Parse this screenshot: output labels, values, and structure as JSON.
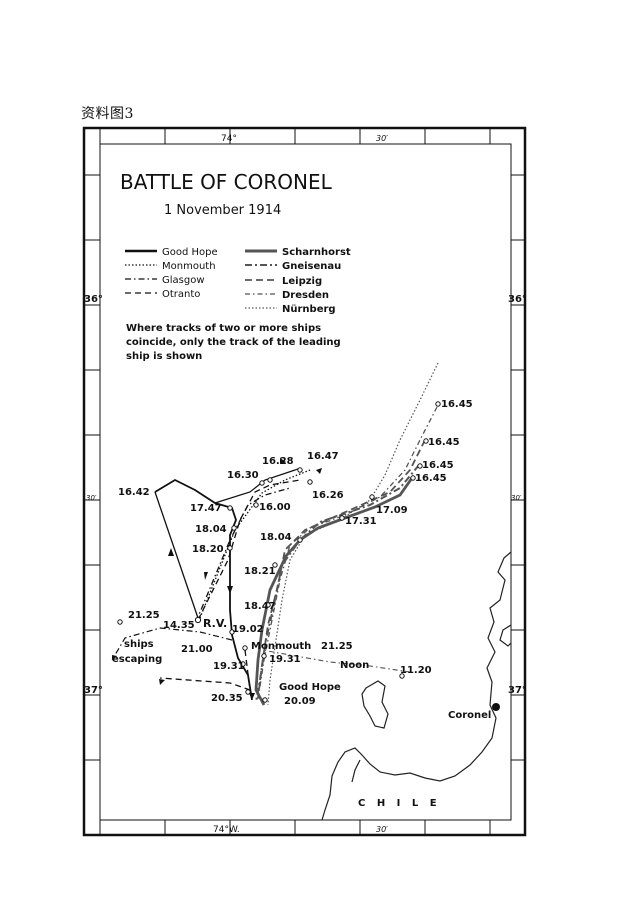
{
  "caption": "资料图3",
  "map": {
    "title": "BATTLE OF CORONEL",
    "date": "1 November 1914",
    "legend": [
      {
        "name": "Good Hope",
        "style": "solid-thick"
      },
      {
        "name": "Monmouth",
        "style": "dotted"
      },
      {
        "name": "Glasgow",
        "style": "dash-dot"
      },
      {
        "name": "Otranto",
        "style": "dashed"
      },
      {
        "name": "Scharnhorst",
        "style": "solid-thick-grey"
      },
      {
        "name": "Gneisenau",
        "style": "dash-dot-grey"
      },
      {
        "name": "Leipzig",
        "style": "dashed-grey"
      },
      {
        "name": "Dresden",
        "style": "dash-dot-thin"
      },
      {
        "name": "Nürnberg",
        "style": "dotted-grey"
      }
    ],
    "note_lines": [
      "Where tracks of two or more ships",
      "coincide, only the track of the leading",
      "ship is shown"
    ],
    "graticule": {
      "top_lon": [
        "74°",
        "30′"
      ],
      "bottom_lon": [
        "74°W.",
        "30′"
      ],
      "lat_left": [
        "36°",
        "30′",
        "37°"
      ],
      "lat_right": [
        "36°",
        "30′",
        "37°"
      ]
    },
    "times": {
      "t1645a": "16.45",
      "t1645b": "16.45",
      "t1645c": "16.45",
      "t1645d": "16.45",
      "t1628": "16.28",
      "t1647": "16.47",
      "t1630": "16.30",
      "t1626": "16.26",
      "t1642": "16.42",
      "t1747": "17.47",
      "t1600": "16.00",
      "t1709": "17.09",
      "t1731": "17.31",
      "t1804a": "18.04",
      "t1804b": "18.04",
      "t1820": "18.20",
      "t1821": "18.21",
      "t1847": "18.47",
      "t2125a": "21.25",
      "t1435": "14.35",
      "t1902": "19.02",
      "t2125b": "21.25",
      "t2100": "21.00",
      "t1931a": "19.31",
      "t1931b": "19.31",
      "t1120": "11.20",
      "t2035": "20.35",
      "t2009": "20.09"
    },
    "labels": {
      "rv": "R.V.",
      "monmouth": "Monmouth",
      "ships_escaping_1": "ships",
      "ships_escaping_2": "escaping",
      "noon": "Noon",
      "good_hope": "Good Hope",
      "coronel": "Coronel",
      "chile": "C H I L E"
    }
  }
}
